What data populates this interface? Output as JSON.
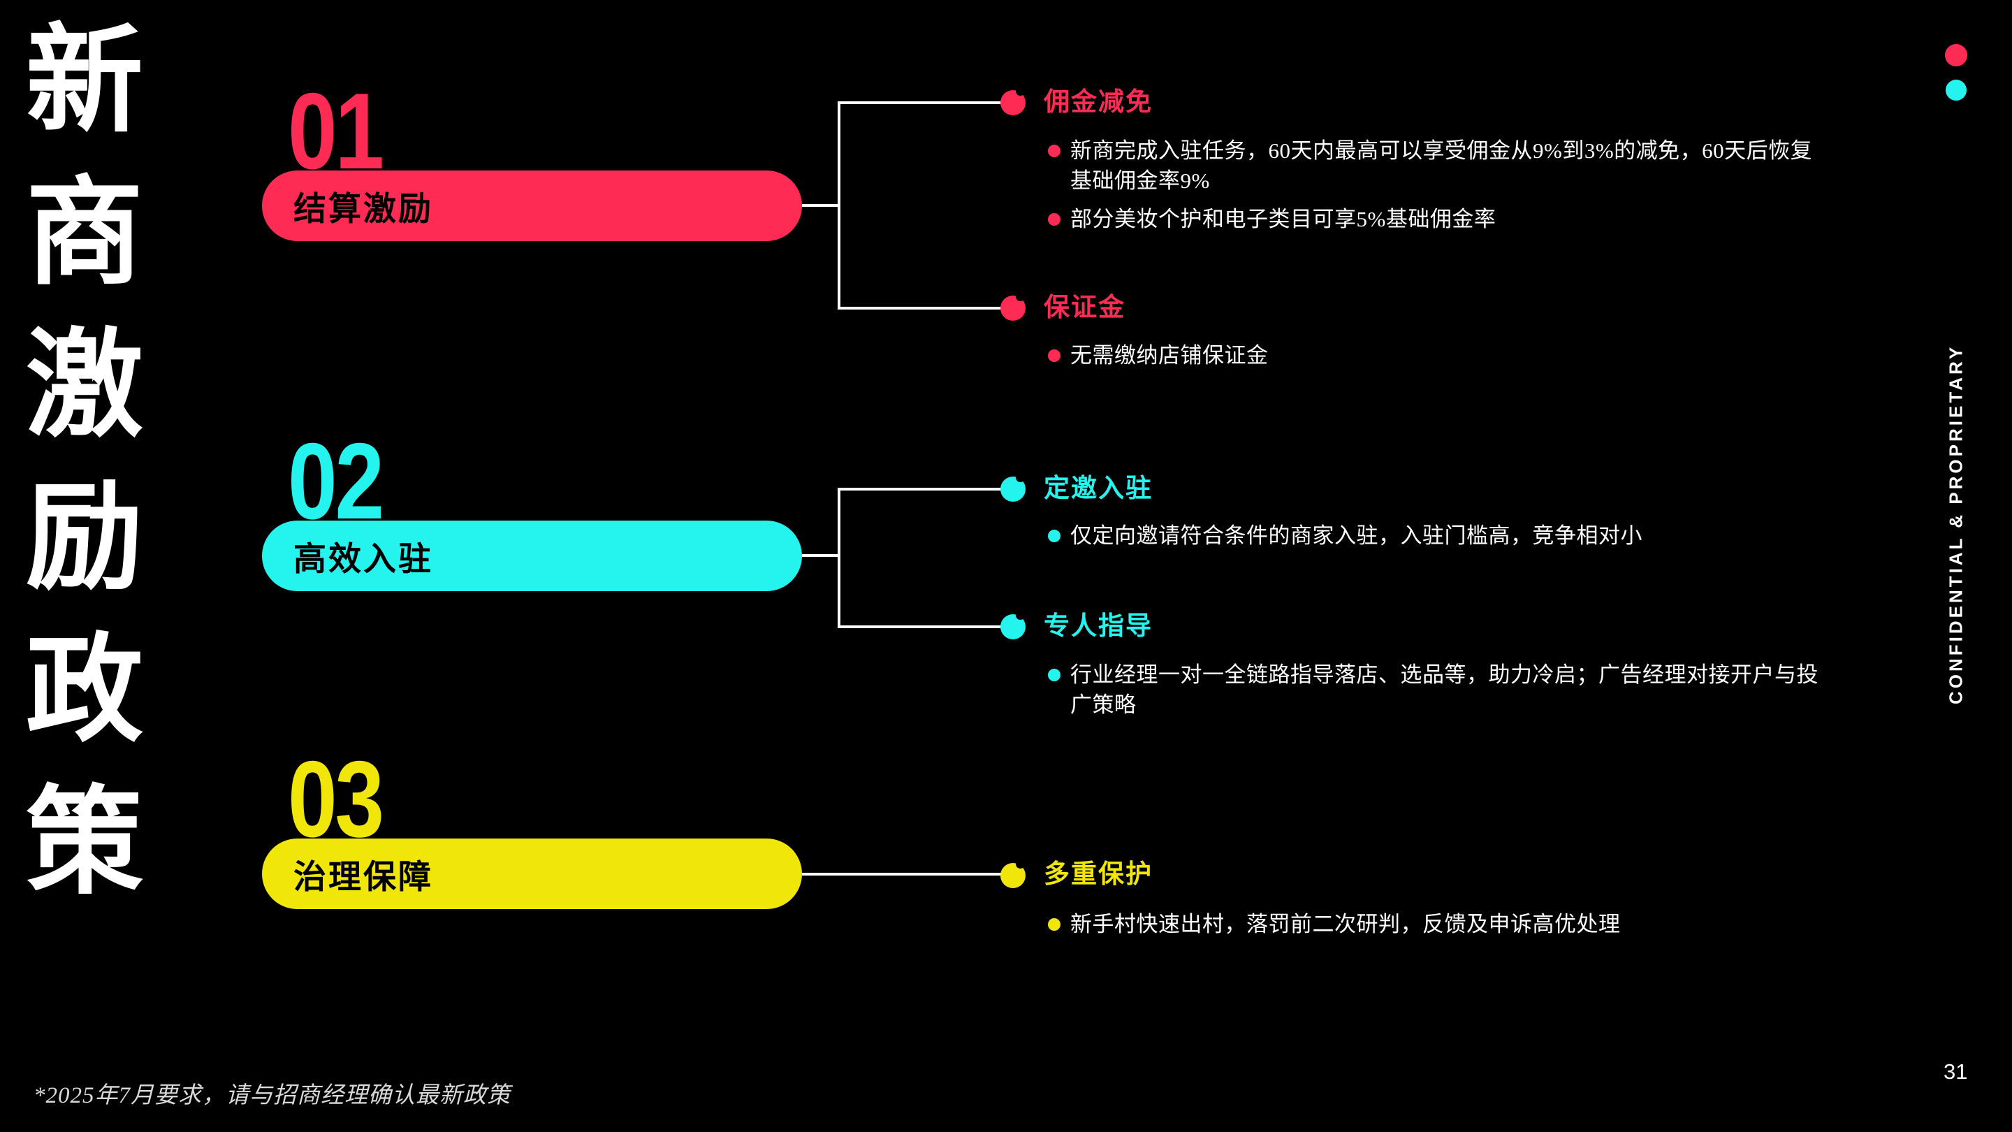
{
  "slide": {
    "vertical_title": {
      "chars": [
        "新",
        "商",
        "激",
        "励",
        "政",
        "策"
      ]
    },
    "confidential": "CONFIDENTIAL & PROPRIETARY",
    "footnote": "*2025年7月要求，请与招商经理确认最新政策",
    "page_number": "31"
  },
  "colors": {
    "background": "#000000",
    "pink": "#FE2C55",
    "cyan": "#25F4EE",
    "yellow": "#F0E60A",
    "text": "#FFFFFF"
  },
  "sections": [
    {
      "number": "01",
      "label": "结算激励",
      "color": "pink",
      "branches": [
        {
          "heading": "佣金减免",
          "bullets": [
            "新商完成入驻任务，60天内最高可以享受佣金从9%到3%的减免，60天后恢复\n基础佣金率9%",
            "部分美妆个护和电子类目可享5%基础佣金率"
          ]
        },
        {
          "heading": "保证金",
          "bullets": [
            "无需缴纳店铺保证金"
          ]
        }
      ]
    },
    {
      "number": "02",
      "label": "高效入驻",
      "color": "cyan",
      "branches": [
        {
          "heading": "定邀入驻",
          "bullets": [
            "仅定向邀请符合条件的商家入驻，入驻门槛高，竞争相对小"
          ]
        },
        {
          "heading": "专人指导",
          "bullets": [
            "行业经理一对一全链路指导落店、选品等，助力冷启；广告经理对接开户与投\n广策略"
          ]
        }
      ]
    },
    {
      "number": "03",
      "label": "治理保障",
      "color": "yellow",
      "branches": [
        {
          "heading": "多重保护",
          "bullets": [
            "新手村快速出村，落罚前二次研判，反馈及申诉高优处理"
          ]
        }
      ]
    }
  ]
}
